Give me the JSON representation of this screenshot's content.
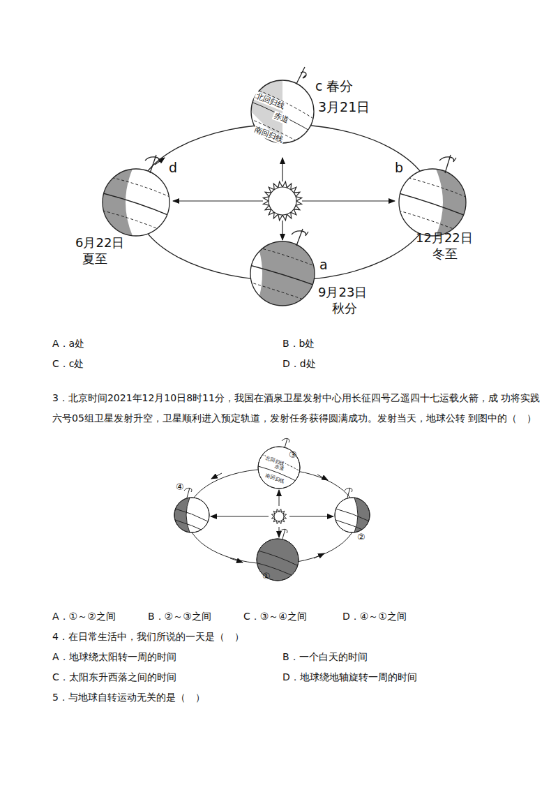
{
  "diagram": {
    "labels": [
      "c 春分",
      "3月21日",
      "北回归线",
      "赤道",
      "南回归线",
      "d",
      "b",
      "6月22日",
      "夏至",
      "12月22日",
      "冬至",
      "a",
      "9月23日",
      "秋分",
      "A．a处",
      "B．b处",
      "C．c处",
      "D．d处",
      "3．北京时间2021年12月10日8时11分，我国在酒泉卫星发射中心用长征四号乙遥四十七运载火箭，成 功将实践六号05组卫星发射升空，卫星顺利进入预定轨道，发射任务获得圆满成功。发射当天，地球公转 到图中的（　）",
      "③",
      "北回归线",
      "赤道",
      "南回归线",
      "④",
      "②",
      "①",
      "A．①～②之间",
      "B．②～③之间",
      "C．③～④之间",
      "D．④～①之间",
      "4．在日常生活中，我们所说的一天是（　）",
      "A．地球绕太阳转一周的时间",
      "B．一个白天的时间",
      "C．太阳东升西落之间的时间",
      "D．地球绕地轴旋转一周的时间",
      "5．与地球自转运动无关的是（　）"
    ]
  }
}
